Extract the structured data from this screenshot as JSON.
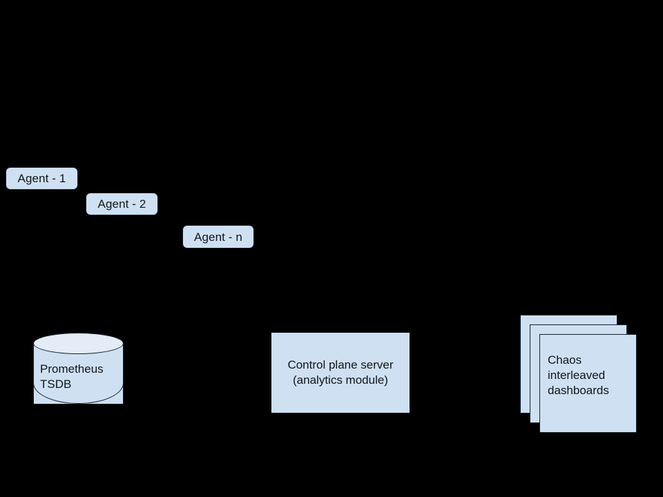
{
  "diagram": {
    "background_color": "#000000",
    "node_fill": "#cfe0f2",
    "node_fill_light": "#e3ecf7",
    "node_stroke": "#12202e",
    "text_color": "#10151b",
    "agents": [
      {
        "label": "Agent - 1"
      },
      {
        "label": "Agent - 2"
      },
      {
        "label": "Agent - n"
      }
    ],
    "datastore": {
      "label_line1": "Prometheus",
      "label_line2": "TSDB",
      "shape": "cylinder"
    },
    "server": {
      "label_line1": "Control plane server",
      "label_line2": "(analytics module)",
      "shape": "rectangle"
    },
    "dashboards": {
      "label_line1": "Chaos",
      "label_line2": "interleaved",
      "label_line3": "dashboards",
      "shape": "stacked-cards",
      "card_count": 3
    },
    "connectors": [
      {
        "name": "server-to-dashboards",
        "style": "arrowhead",
        "direction": "right"
      }
    ]
  }
}
